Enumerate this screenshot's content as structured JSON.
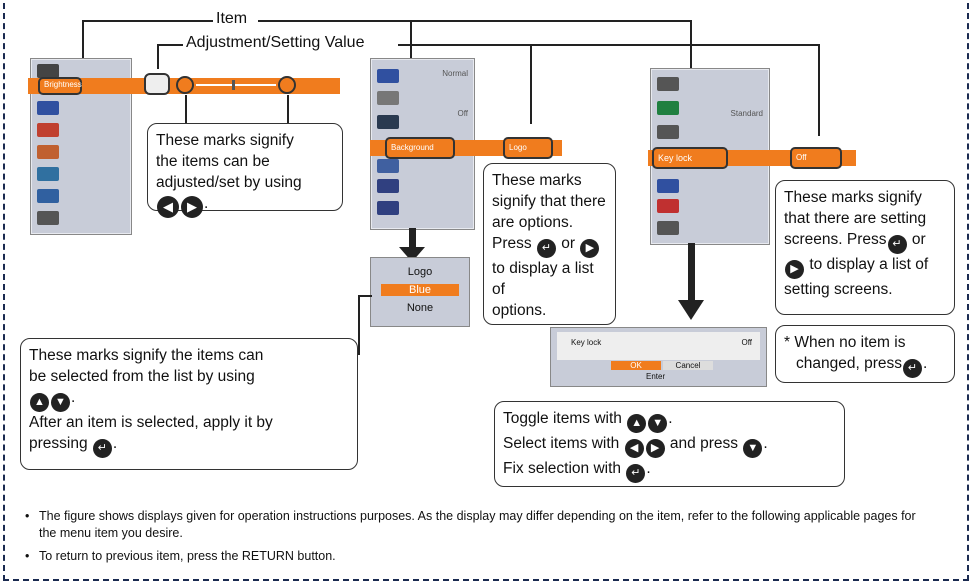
{
  "labels": {
    "item": "Item",
    "adjustment": "Adjustment/Setting Value"
  },
  "menus": {
    "first": {
      "items": [
        "Brightness"
      ]
    },
    "second": {
      "values": [
        "Normal",
        "Off",
        "Background",
        "Logo"
      ]
    },
    "third": {
      "values": [
        "Standard",
        "Key lock",
        "Off"
      ]
    }
  },
  "dropdown": {
    "options": [
      "Logo",
      "Blue",
      "None"
    ]
  },
  "dialog": {
    "title": "Key lock",
    "value": "Off",
    "ok": "OK",
    "cancel": "Cancel",
    "enter": "Enter"
  },
  "callouts": {
    "adjust": {
      "line1": "These marks signify",
      "line2": "the items can be",
      "line3": "adjusted/set by using"
    },
    "options": {
      "l1": "These marks",
      "l2": "signify that there",
      "l3": "are options.",
      "l4": "Press",
      "l4b": "or",
      "l5": "to display a list of",
      "l6": "options."
    },
    "screens": {
      "l1": "These marks signify",
      "l2": "that there are setting",
      "l3": "screens. Press",
      "l3b": "or",
      "l4": "to display a list of",
      "l5": "setting screens."
    },
    "nochange": {
      "l1": "* When no item is",
      "l2": "changed, press"
    },
    "list": {
      "l1": "These marks signify the items can",
      "l2": "be selected from the list by using",
      "l4": "After an item is selected, apply it by",
      "l5": "pressing"
    },
    "toggle": {
      "l1": "Toggle items with",
      "l2": "Select items with",
      "l2b": "and press",
      "l3": "Fix selection with"
    }
  },
  "notes": [
    "The figure shows displays given for operation instructions purposes. As the display may differ depending on the item, refer to the following applicable pages for the menu item you desire.",
    "To return to previous item, press the RETURN button."
  ]
}
